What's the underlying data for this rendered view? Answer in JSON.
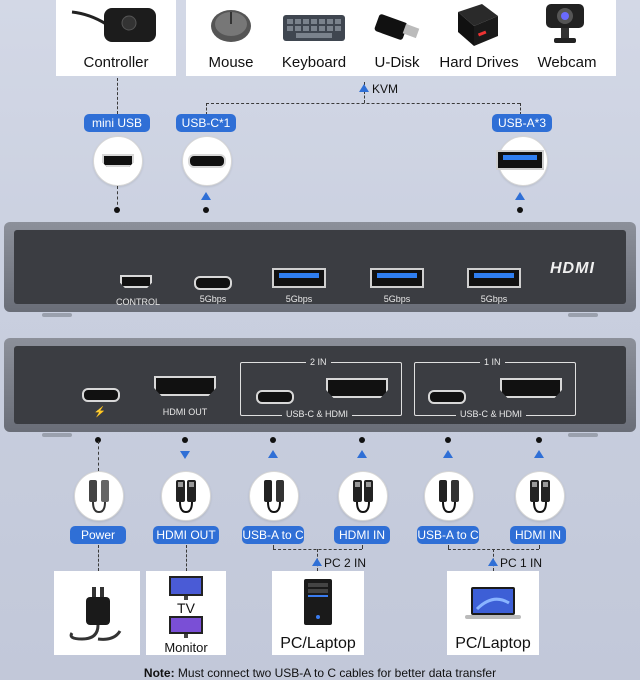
{
  "top_devices": {
    "controller": "Controller",
    "mouse": "Mouse",
    "keyboard": "Keyboard",
    "udisk": "U-Disk",
    "hard_drives": "Hard Drives",
    "webcam": "Webcam"
  },
  "kvm_label": "KVM",
  "top_ports": {
    "mini_usb": "mini USB",
    "usb_c": "USB-C*1",
    "usb_a": "USB-A*3"
  },
  "front_panel": {
    "control": "CONTROL",
    "speed_c": "5Gbps",
    "speed_a1": "5Gbps",
    "speed_a2": "5Gbps",
    "speed_a3": "5Gbps",
    "brand": "HDMI"
  },
  "back_panel": {
    "power_symbol": "⚡",
    "hdmi_out": "HDMI OUT",
    "group2_title": "2 IN",
    "group2_label": "USB-C & HDMI",
    "group1_title": "1 IN",
    "group1_label": "USB-C & HDMI"
  },
  "bottom_ports": {
    "power": "Power",
    "hdmi_out": "HDMI OUT",
    "usba_c_2": "USB-A to C",
    "hdmi_in_2": "HDMI IN",
    "usba_c_1": "USB-A to C",
    "hdmi_in_1": "HDMI IN"
  },
  "pc_labels": {
    "pc2": "PC 2 IN",
    "pc1": "PC 1 IN"
  },
  "bottom_devices": {
    "tv": "TV",
    "monitor": "Monitor",
    "pc_laptop_2": "PC/Laptop",
    "pc_laptop_1": "PC/Laptop"
  },
  "note": {
    "bold": "Note:",
    "text": " Must connect two USB-A to C cables for better data transfer"
  },
  "colors": {
    "accent": "#2f6fd6",
    "panel": "#3b3d42",
    "usb3_blue": "#2f7ef0"
  }
}
